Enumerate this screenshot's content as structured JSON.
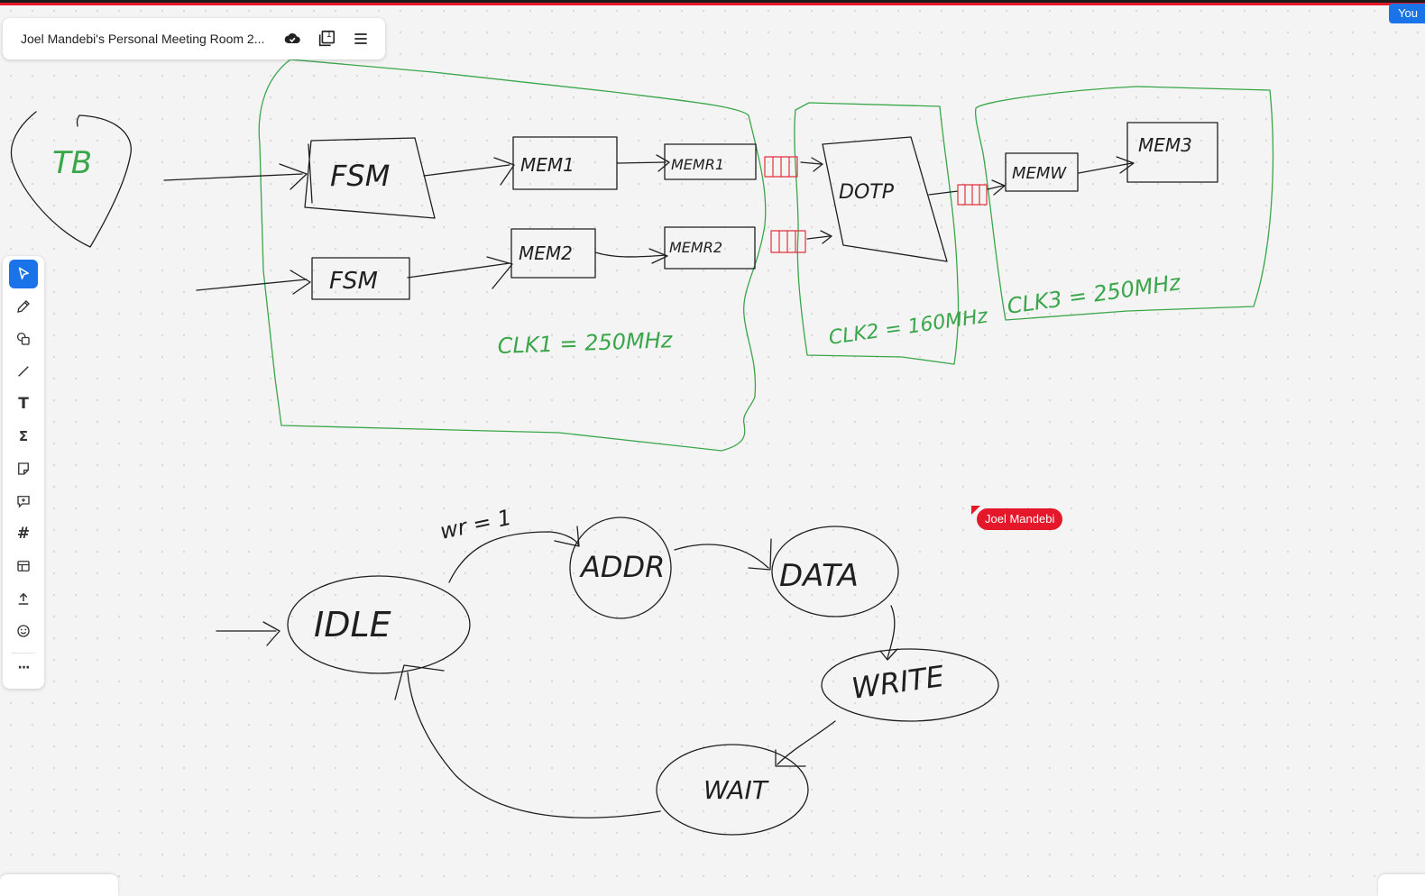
{
  "window": {
    "title": "Joel Mandebi's Personal Meeting Room 2..."
  },
  "presence": {
    "you_label": "You",
    "other_cursor_name": "Joel Mandebi"
  },
  "colors": {
    "accent": "#1a73e8",
    "cursor": "#e5182b",
    "ink": "#1f1f1f",
    "green_ink": "#3aa64a",
    "red_ink": "#e0323c"
  },
  "titlebar_icons": [
    "cloud-saved-icon",
    "page-counter-icon",
    "menu-icon"
  ],
  "page_counter": "1",
  "toolbar": {
    "tools": [
      {
        "name": "select-tool",
        "icon": "cursor-arrow-icon",
        "active": true
      },
      {
        "name": "pen-tool",
        "icon": "pencil-icon"
      },
      {
        "name": "shapes-tool",
        "icon": "shapes-icon"
      },
      {
        "name": "line-tool",
        "icon": "line-icon"
      },
      {
        "name": "text-tool",
        "icon": "text-icon",
        "glyph": "T"
      },
      {
        "name": "equation-tool",
        "icon": "sigma-icon",
        "glyph": "Σ"
      },
      {
        "name": "sticky-note-tool",
        "icon": "sticky-note-icon"
      },
      {
        "name": "comment-tool",
        "icon": "comment-icon"
      },
      {
        "name": "frame-tool",
        "icon": "frame-icon",
        "glyph": "#"
      },
      {
        "name": "template-tool",
        "icon": "template-icon"
      },
      {
        "name": "upload-tool",
        "icon": "upload-icon"
      },
      {
        "name": "reaction-tool",
        "icon": "emoji-icon"
      },
      {
        "name": "more-tool",
        "icon": "more-icon",
        "glyph": "···"
      }
    ]
  },
  "whiteboard": {
    "block_labels": [
      "FSM",
      "MEM1",
      "MEMR1",
      "FSM",
      "MEM2",
      "MEMR2",
      "DOTP",
      "MEMW",
      "MEM3"
    ],
    "testbench_label": "TB",
    "clock_labels": [
      "CLK1 = 250MHz",
      "CLK2 = 160MHz",
      "CLK3 = 250MHz"
    ],
    "state_labels": [
      "IDLE",
      "ADDR",
      "DATA",
      "WRITE",
      "WAIT"
    ],
    "transition_label": "wr = 1"
  }
}
